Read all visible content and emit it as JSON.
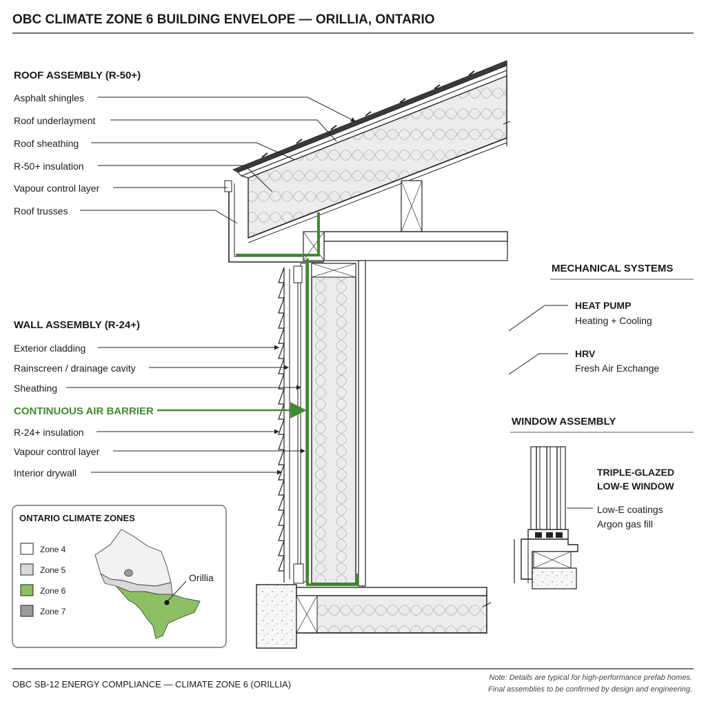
{
  "title": "OBC CLIMATE ZONE 6 BUILDING ENVELOPE — ORILLIA, ONTARIO",
  "roof": {
    "heading": "ROOF ASSEMBLY (R-50+)",
    "items": [
      "Asphalt shingles",
      "Roof underlayment",
      "Roof sheathing",
      "R-50+ insulation",
      "Vapour control layer",
      "Roof trusses"
    ]
  },
  "wall": {
    "heading": "WALL ASSEMBLY (R-24+)",
    "items": [
      "Exterior cladding",
      "Rainscreen / drainage cavity",
      "Sheathing",
      "CONTINUOUS AIR BARRIER",
      "R-24+ insulation",
      "Vapour control layer",
      "Interior drywall"
    ]
  },
  "mechanical": {
    "heading": "MECHANICAL SYSTEMS",
    "heat_pump": {
      "name": "HEAT PUMP",
      "desc": "Heating + Cooling"
    },
    "hrv": {
      "name": "HRV",
      "desc": "Fresh Air Exchange"
    }
  },
  "window": {
    "heading": "WINDOW ASSEMBLY",
    "name_line1": "TRIPLE-GLAZED",
    "name_line2": "LOW-E WINDOW",
    "features": [
      "Low-E coatings",
      "Argon gas fill"
    ]
  },
  "climate_zones": {
    "heading": "ONTARIO CLIMATE ZONES",
    "zones": [
      {
        "label": "Zone 4",
        "color": "#ffffff"
      },
      {
        "label": "Zone 5",
        "color": "#d9d9d9"
      },
      {
        "label": "Zone 6",
        "color": "#8cc063"
      },
      {
        "label": "Zone 7",
        "color": "#9a9a9a"
      }
    ],
    "location": "Orillia"
  },
  "footer": {
    "left": "OBC SB-12 ENERGY COMPLIANCE — CLIMATE ZONE 6 (ORILLIA)",
    "note_line1": "Note: Details are typical for high-performance prefab homes.",
    "note_line2": "Final assemblies to be confirmed by design and engineering."
  },
  "colors": {
    "accent": "#3f8a2f",
    "insulation": "#ececec"
  }
}
